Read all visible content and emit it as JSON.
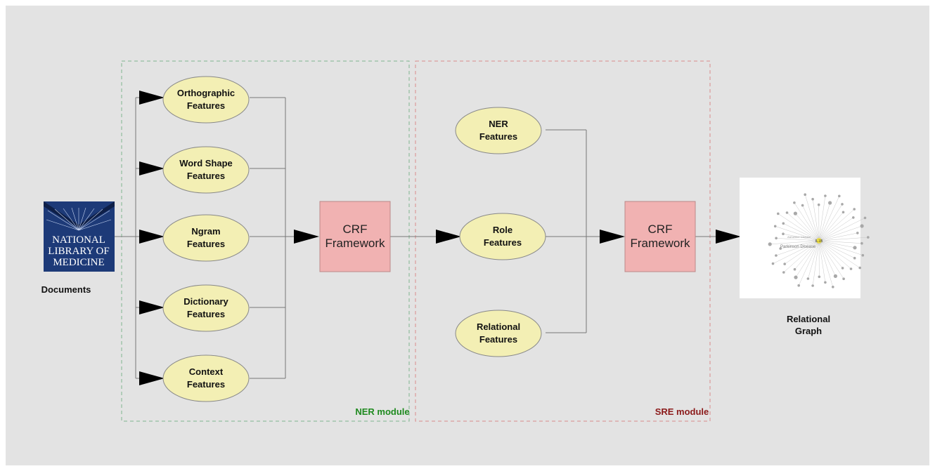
{
  "logo": {
    "lines": [
      "NATIONAL",
      "LIBRARY OF",
      "MEDICINE"
    ],
    "caption": "Documents"
  },
  "ner_module": {
    "label": "NER module",
    "features": [
      [
        "Orthographic",
        "Features"
      ],
      [
        "Word Shape",
        "Features"
      ],
      [
        "Ngram",
        "Features"
      ],
      [
        "Dictionary",
        "Features"
      ],
      [
        "Context",
        "Features"
      ]
    ],
    "crf": [
      "CRF",
      "Framework"
    ]
  },
  "sre_module": {
    "label": "SRE module",
    "features": [
      [
        "NER",
        "Features"
      ],
      [
        "Role",
        "Features"
      ],
      [
        "Relational",
        "Features"
      ]
    ],
    "crf": [
      "CRF",
      "Framework"
    ]
  },
  "output": {
    "caption": [
      "Relational",
      "Graph"
    ],
    "graph_center": "IL1B",
    "graph_label": "Parkinson Disease",
    "graph_label_2": "Alzheimer Disease"
  },
  "colors": {
    "ellipse_fill": "#f3efb4",
    "crf_fill": "#f1b2b2",
    "ner_border": "#7fb58f",
    "sre_border": "#d98b8b",
    "arrow": "#000000",
    "logo_bg": "#1d3a78"
  }
}
